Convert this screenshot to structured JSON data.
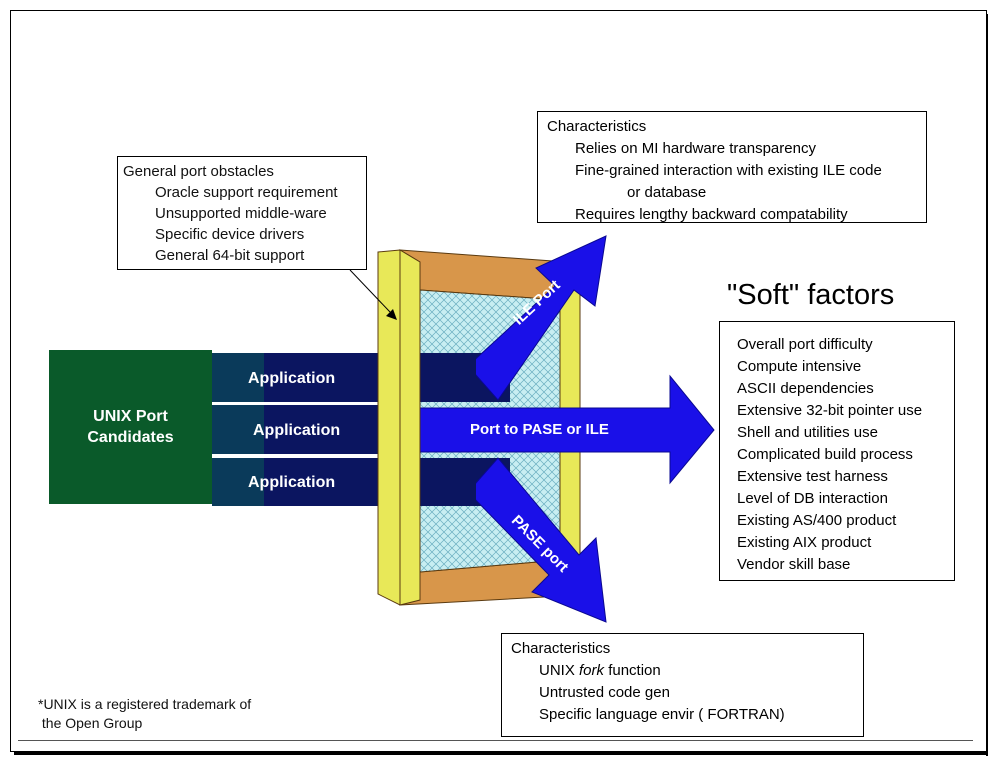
{
  "colors": {
    "unix_box": "#0a5a2a",
    "arrow_blue": "#1a10e8",
    "arrow_dark": "#0b1560",
    "frame_yellow": "#e8e858",
    "frame_orange": "#d8964a",
    "mesh": "#b8e8ee"
  },
  "obstacles": {
    "title": "General port obstacles",
    "items": [
      "Oracle support requirement",
      "Unsupported middle-ware",
      "Specific device drivers",
      "General  64-bit support"
    ]
  },
  "characteristics_top": {
    "title": "Characteristics",
    "items": [
      "Relies on MI hardware transparency",
      "Fine-grained interaction with existing ILE code",
      "or database",
      "Requires lengthy backward compatability"
    ]
  },
  "soft_factors": {
    "title": "\"Soft\" factors",
    "items": [
      "Overall port difficulty",
      "Compute intensive",
      "ASCII dependencies",
      "Extensive 32-bit pointer use",
      "Shell and utilities use",
      "Complicated build process",
      "Extensive test harness",
      "Level of DB interaction",
      "Existing AS/400 product",
      "Existing AIX product",
      "Vendor skill base"
    ]
  },
  "characteristics_bottom": {
    "title": "Characteristics",
    "item1_pre": "UNIX ",
    "item1_italic": "fork",
    "item1_post": " function",
    "items": [
      "Untrusted code gen",
      "Specific language envir ( FORTRAN)"
    ]
  },
  "unix_box": {
    "line1": "UNIX Port",
    "line2": "Candidates"
  },
  "applications": [
    "Application",
    "Application",
    "Application"
  ],
  "arrows": {
    "ile": "ILE Port",
    "middle": "Port to PASE or ILE",
    "pase": "PASE port"
  },
  "footnote": {
    "line1": "*UNIX is a registered trademark of",
    "line2": " the Open Group"
  }
}
